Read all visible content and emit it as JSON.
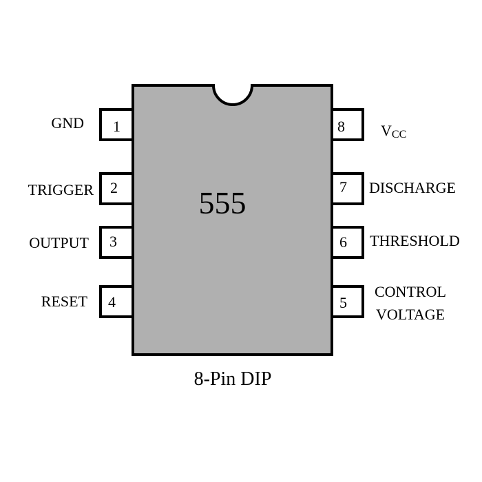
{
  "chip": {
    "name": "555",
    "package_label": "8-Pin DIP",
    "body_color": "#b0b0b0",
    "outline_color": "#000000"
  },
  "pins": {
    "p1": {
      "number": "1",
      "label": "GND"
    },
    "p2": {
      "number": "2",
      "label": "TRIGGER"
    },
    "p3": {
      "number": "3",
      "label": "OUTPUT"
    },
    "p4": {
      "number": "4",
      "label": "RESET"
    },
    "p5": {
      "number": "5",
      "label_line1": "CONTROL",
      "label_line2": "VOLTAGE"
    },
    "p6": {
      "number": "6",
      "label": "THRESHOLD"
    },
    "p7": {
      "number": "7",
      "label": "DISCHARGE"
    },
    "p8": {
      "number": "8",
      "label_main": "V",
      "label_sub": "CC"
    }
  }
}
